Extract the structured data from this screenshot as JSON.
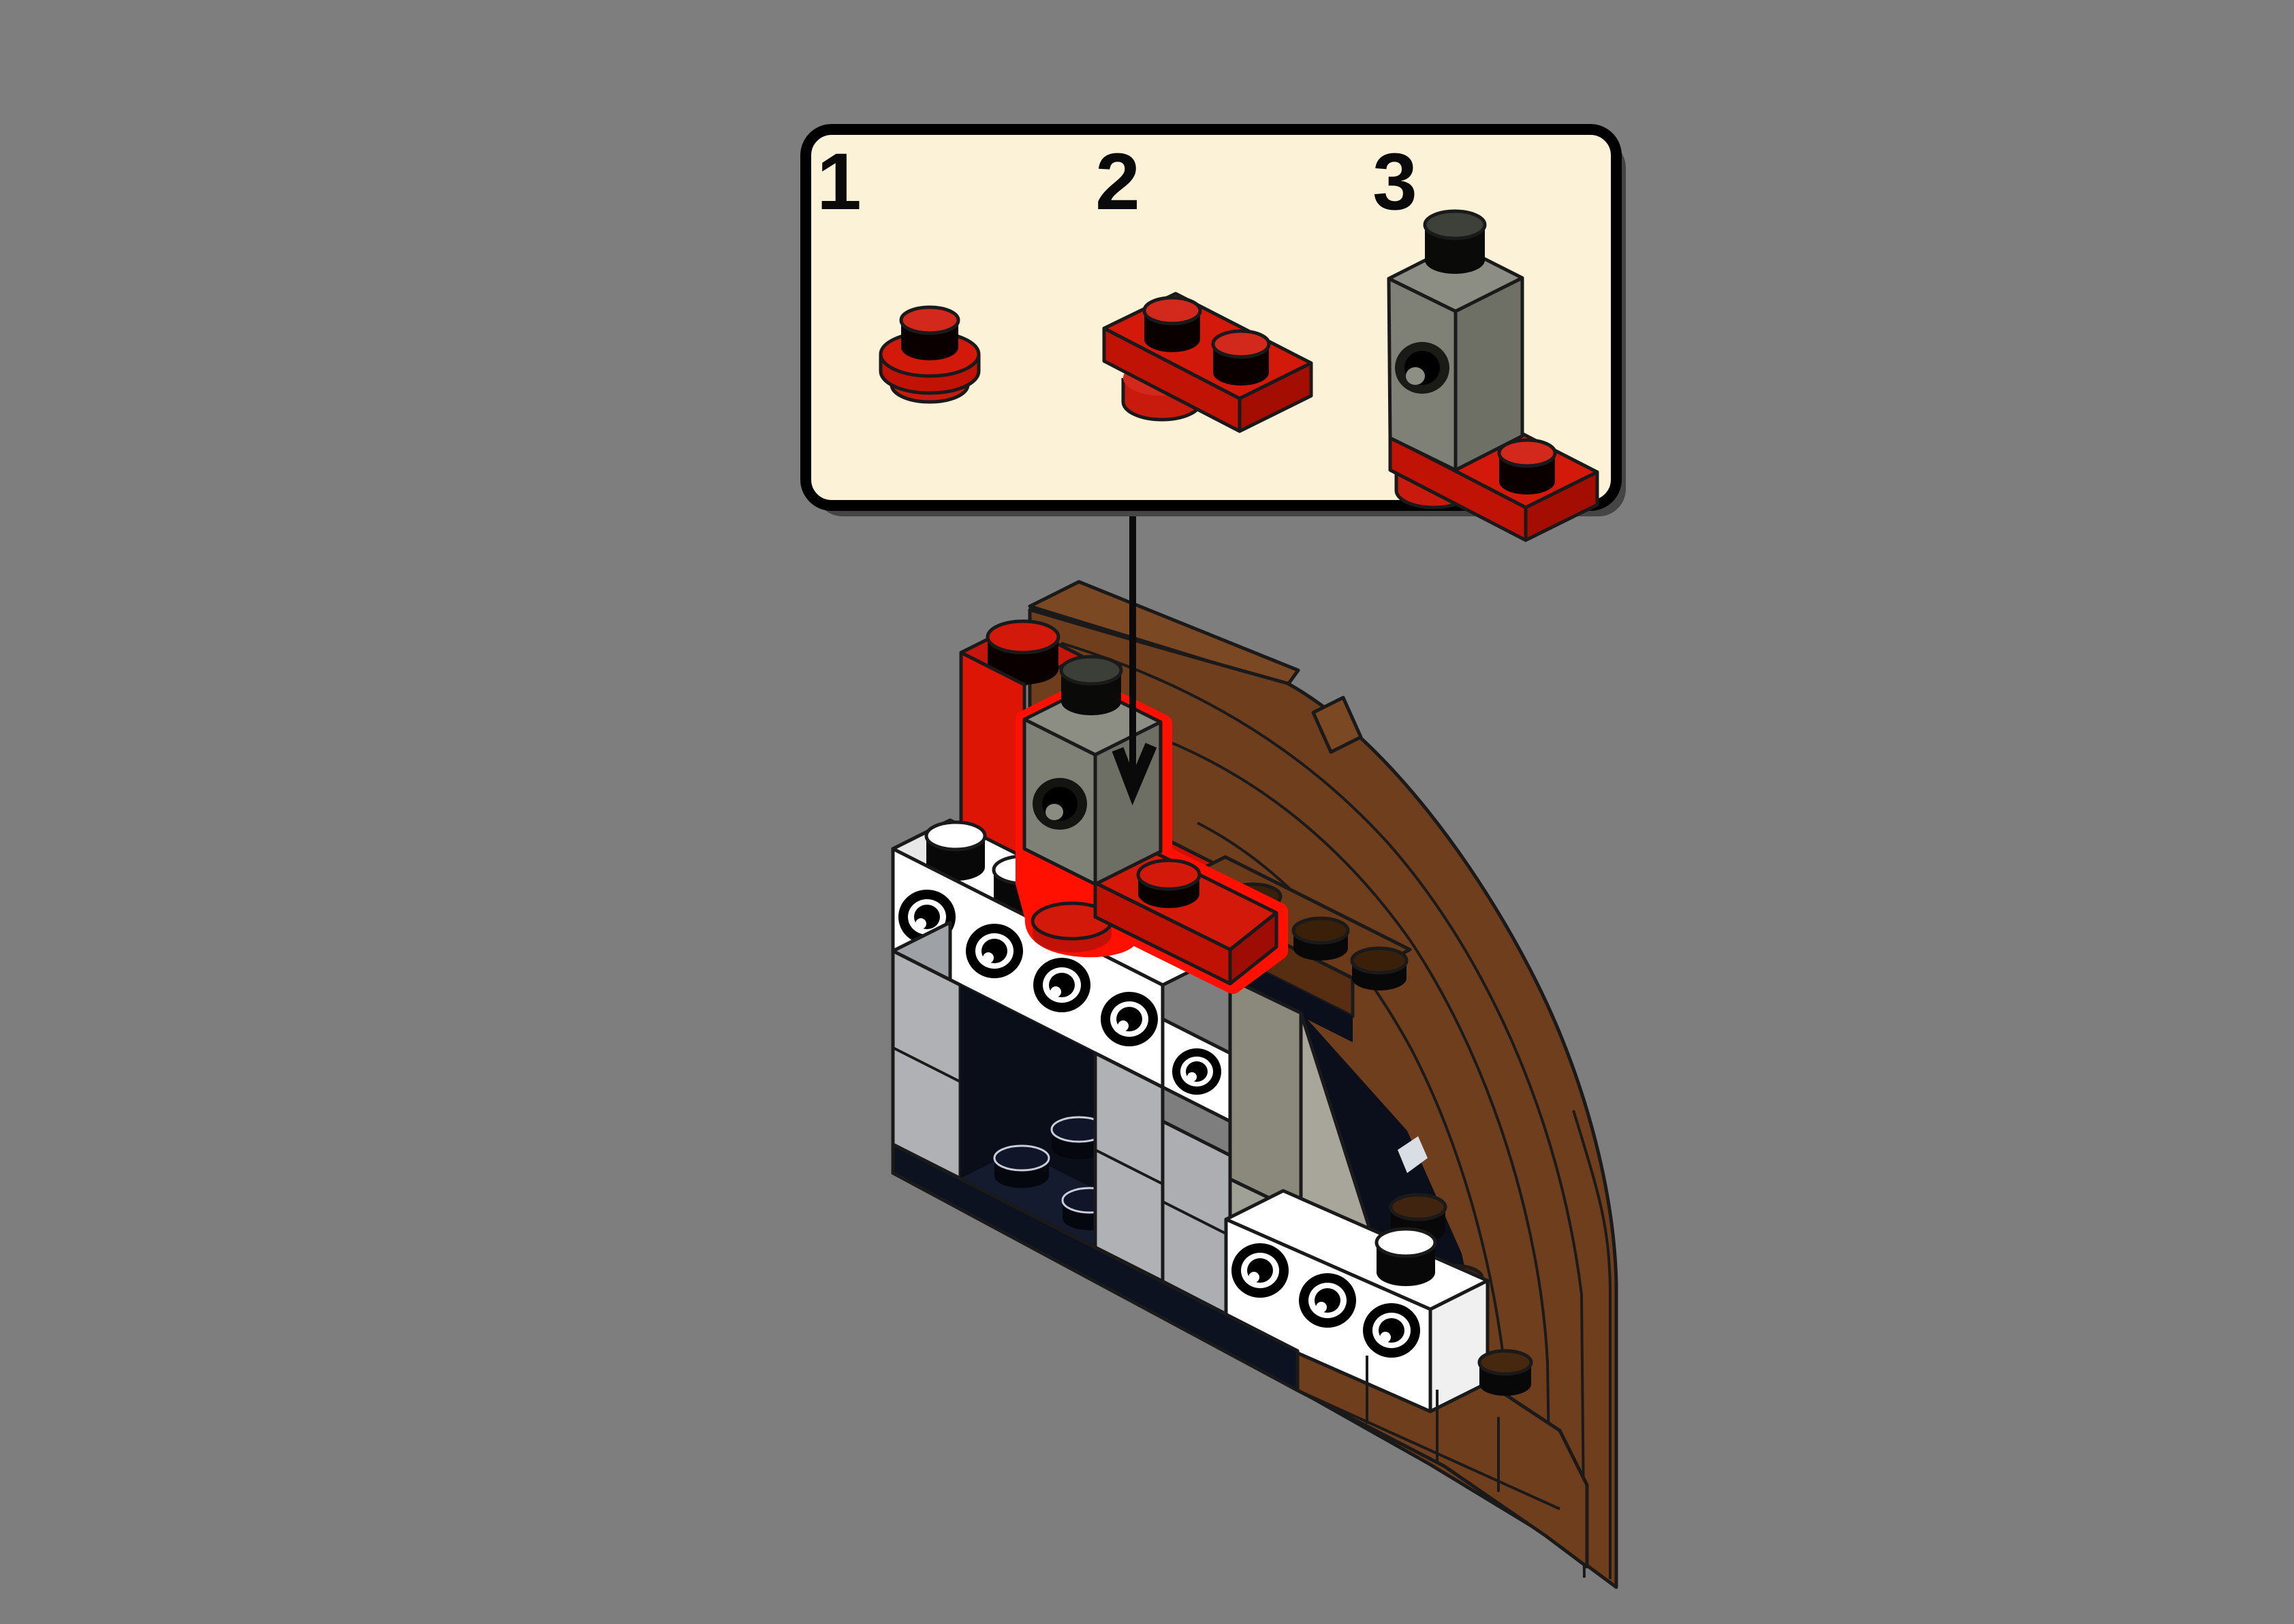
{
  "scene": {
    "type": "lego-building-instruction-step",
    "description": "Isometric LEGO instruction: callout panel with sub-steps 1-3 shows assembling a red 1x1 round plate, a red 1x2 plate, and a gray 1x1 Technic brick with hole; arrow indicates placement of the highlighted assembly onto a partially built brown arch model.",
    "background_color": "#7e7e7e"
  },
  "callout": {
    "background_color": "#fbf2d8",
    "border_color": "#000000",
    "steps": [
      {
        "number": "1",
        "piece": "red 1x1 round plate"
      },
      {
        "number": "2",
        "piece": "red 1x2 plate on round plate"
      },
      {
        "number": "3",
        "piece": "gray 1x1 technic brick with hole on red 1x2 plate"
      }
    ]
  },
  "pointer": {
    "icon": "arrow-down-icon",
    "meaning": "place highlighted assembly here"
  },
  "model": {
    "highlighted_new_piece": "gray 1x1 technic brick on red 1x2 plate",
    "highlight_outline_color": "#ff1000",
    "parts_visible": [
      "black base plate",
      "light gray brick pillars",
      "white 1x4 technic brick with holes",
      "white technic bricks lower right",
      "red 2x2 brick",
      "red 1x2 plates",
      "dark gray slope brick",
      "tan curved bricks",
      "brown curved arch pieces",
      "brown plates and bricks with studs"
    ]
  },
  "colors": {
    "background": "#7e7e7e",
    "cream": "#fbf2d8",
    "glow": "#ff1000",
    "red": "#d2190a",
    "red_front": "#c01105",
    "red_dark": "#9e0d03",
    "red_bright": "#dc1505",
    "gray_top": "#8c8e84",
    "gray_face": "#7f8177",
    "gray_dark": "#6d6f65",
    "slope_dark": "#8b887c",
    "slope_light": "#a8a59a",
    "light_gray": "#afb1b4",
    "white": "#ffffff",
    "brown": "#6f3e1c",
    "brown_dark": "#572e12",
    "brown_top": "#7b4824",
    "brown_stud": "#40240f",
    "tan": "#e6d2a2",
    "navy": "#0d1220",
    "navy_deep": "#0b0f1c",
    "outline": "#1a1a1a"
  }
}
